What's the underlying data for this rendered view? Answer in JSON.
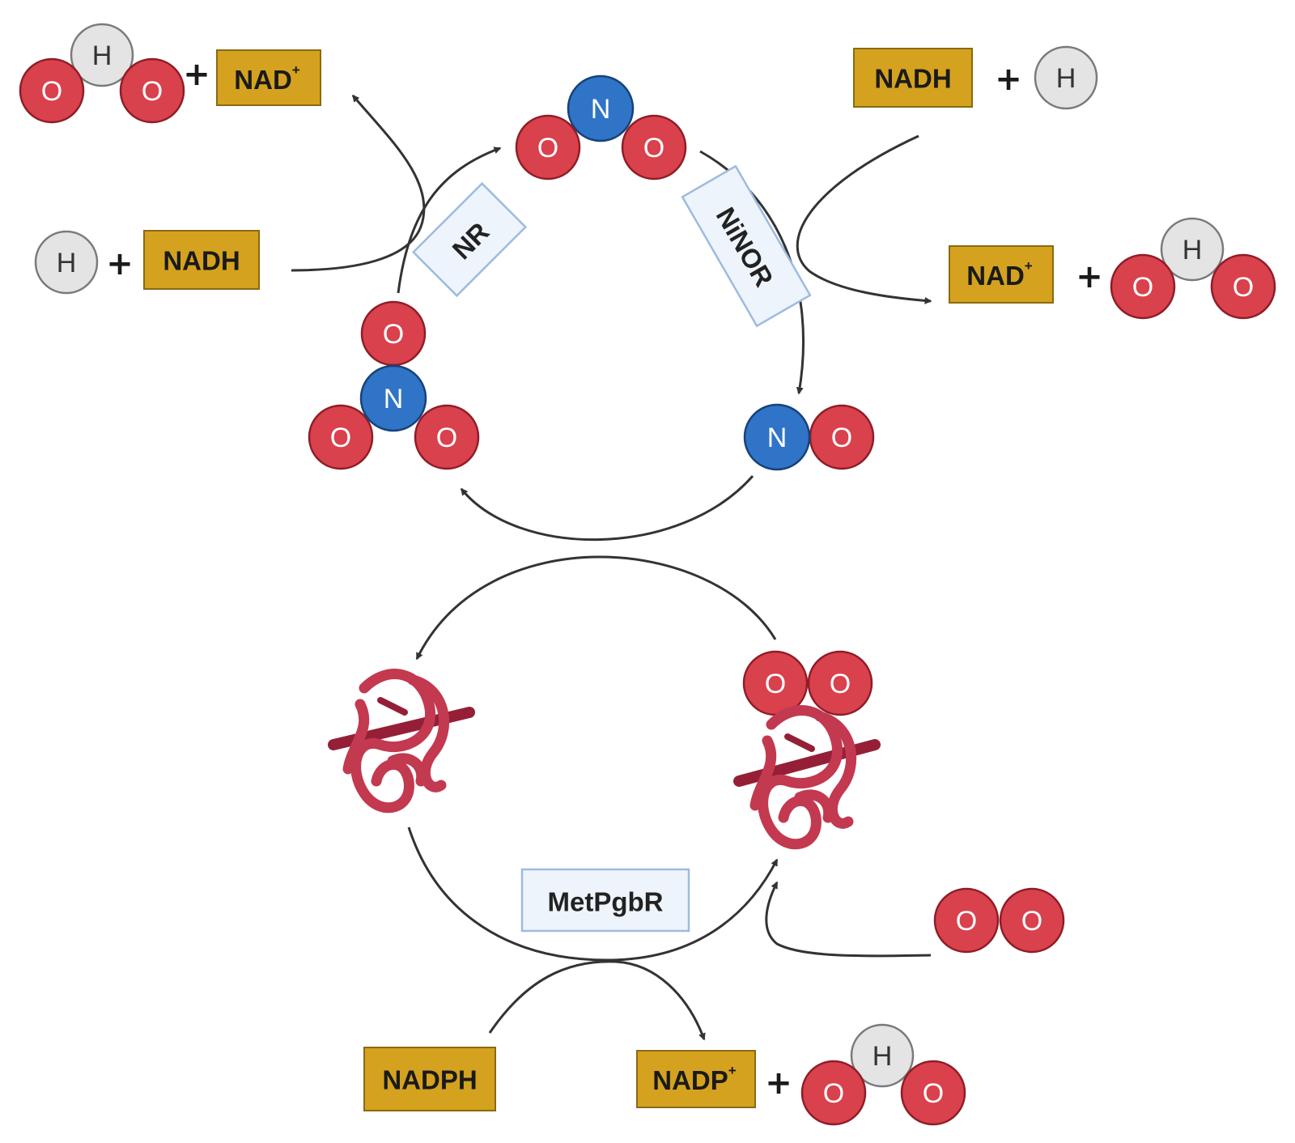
{
  "colors": {
    "oxygen": "#d9414c",
    "oxygen_stroke": "#8e1d27",
    "nitrogen": "#2f74c7",
    "nitrogen_stroke": "#17427a",
    "hydrogen": "#e4e4e4",
    "hydrogen_stroke": "#7a7a7a",
    "cofactor_box": "#d5a21f",
    "cofactor_box_stroke": "#8a6a10",
    "enzyme_box": "#eef4fb",
    "enzyme_box_stroke": "#9cbbe0",
    "protein": "#c23950",
    "protein_dark": "#951f36"
  },
  "atoms": {
    "oxygen": "O",
    "nitrogen": "N",
    "hydrogen": "H"
  },
  "plus": "+",
  "cofactors": {
    "nad_plus_top_left": {
      "text": "NAD",
      "sup": "+"
    },
    "nadh_left": {
      "text": "NADH"
    },
    "nadh_top_right": {
      "text": "NADH"
    },
    "nad_plus_right": {
      "text": "NAD",
      "sup": "+"
    },
    "nadph_bottom": {
      "text": "NADPH"
    },
    "nadp_plus_bottom": {
      "text": "NADP",
      "sup": "+"
    }
  },
  "enzymes": {
    "nr": "NR",
    "ninor": "NiNOR",
    "metpgbr": "MetPgbR"
  },
  "icons": [
    "protein-globin-icon",
    "protein-globin-oxy-icon"
  ]
}
